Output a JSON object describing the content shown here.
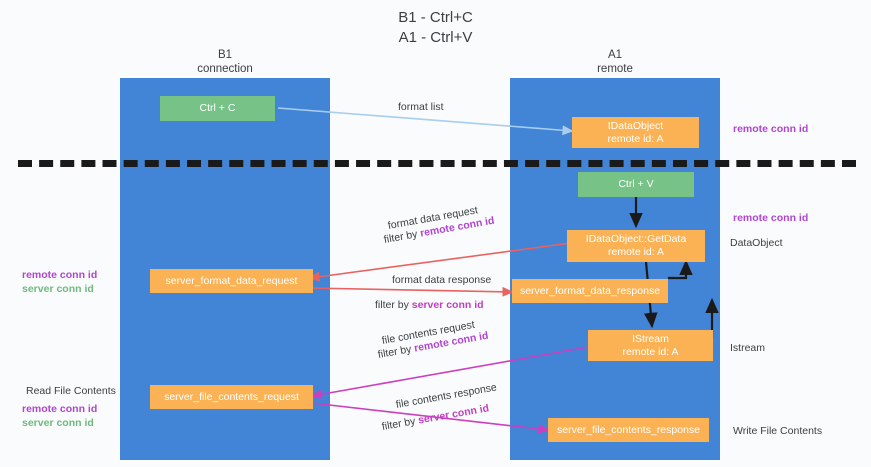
{
  "title": {
    "line1": "B1 - Ctrl+C",
    "line2": "A1 - Ctrl+V"
  },
  "lanes": [
    {
      "id": "b1",
      "name": "B1",
      "role": "connection",
      "color": "#4285d6"
    },
    {
      "id": "a1",
      "name": "A1",
      "role": "remote",
      "color": "#4285d6"
    }
  ],
  "nodes": {
    "ctrl_c": {
      "line1": "Ctrl + C",
      "line2": "",
      "color": "#77c286"
    },
    "idataobject_top": {
      "line1": "IDataObject",
      "line2": "remote id: A",
      "color": "#fbb254"
    },
    "ctrl_v": {
      "line1": "Ctrl + V",
      "line2": "",
      "color": "#77c286"
    },
    "idataobject_getdata": {
      "line1": "IDataObject::GetData",
      "line2": "remote id: A",
      "color": "#fbb254"
    },
    "server_format_data_request": {
      "line1": "server_format_data_request",
      "line2": "",
      "color": "#fbb254"
    },
    "server_format_data_response": {
      "line1": "server_format_data_response",
      "line2": "",
      "color": "#fbb254"
    },
    "istream": {
      "line1": "IStream",
      "line2": "remote id: A",
      "color": "#fbb254"
    },
    "server_file_contents_request": {
      "line1": "server_file_contents_request",
      "line2": "",
      "color": "#fbb254"
    },
    "server_file_contents_response": {
      "line1": "server_file_contents_response",
      "line2": "",
      "color": "#fbb254"
    }
  },
  "edge_labels": {
    "format_list": "format list",
    "format_data_request": "format data request",
    "format_data_request_filter_prefix": "filter by ",
    "format_data_request_filter_key": "remote conn id",
    "format_data_response": "format data response",
    "format_data_response_filter_prefix": "filter by ",
    "format_data_response_filter_key": "server conn id",
    "file_contents_request": "file contents request",
    "file_contents_request_filter_prefix": "filter by ",
    "file_contents_request_filter_key": "remote conn id",
    "file_contents_response": "file contents response",
    "file_contents_response_filter_prefix": "filter by ",
    "file_contents_response_filter_key": "server conn id"
  },
  "annotations": {
    "right_remote_conn_id_top": "remote conn id",
    "right_remote_conn_id_mid": "remote conn id",
    "right_dataobject": "DataObject",
    "right_istream": "Istream",
    "right_write_file_contents": "Write File Contents",
    "left_remote_conn_id_mid": "remote conn id",
    "left_server_conn_id_mid": "server conn id",
    "left_read_file_contents": "Read File Contents",
    "left_remote_conn_id_bottom": "remote conn id",
    "left_server_conn_id_bottom": "server conn id"
  },
  "colors": {
    "lane": "#4285d6",
    "node_green": "#77c286",
    "node_orange": "#fbb254",
    "accent_purple": "#b045d0",
    "accent_green": "#6fb97f",
    "arrow_light_blue": "#a8cdf0",
    "arrow_red": "#e8635f",
    "arrow_magenta": "#cc3fbf",
    "arrow_black": "#1a1a1a",
    "background": "#fafbfc"
  }
}
